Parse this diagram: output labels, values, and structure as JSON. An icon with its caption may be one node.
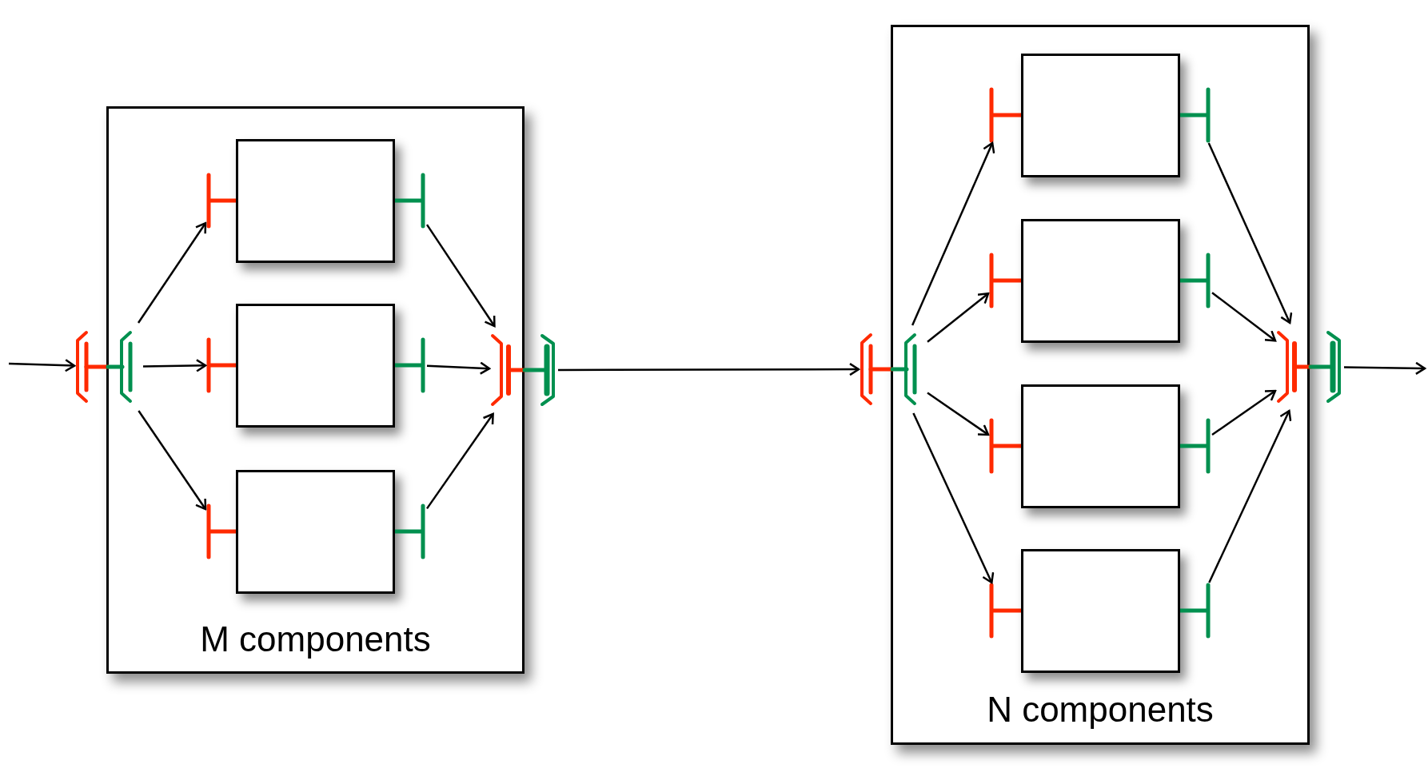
{
  "diagram": {
    "nodes": [
      {
        "text": [
          "M components"
        ]
      },
      {
        "text": [],
        "shape": "bracket"
      },
      {
        "text": [],
        "shape": "port",
        "in": 0
      },
      {
        "text": [],
        "shape": "box",
        "in": 0
      },
      {
        "text": [],
        "shape": "port",
        "in": 0
      },
      {
        "text": [],
        "shape": "port",
        "in": 0
      },
      {
        "text": [],
        "shape": "box",
        "in": 0
      },
      {
        "text": [],
        "shape": "port",
        "in": 0
      },
      {
        "text": [],
        "shape": "port",
        "in": 0
      },
      {
        "text": [],
        "shape": "box",
        "in": 0
      },
      {
        "text": [],
        "shape": "port",
        "in": 0
      },
      {
        "text": [],
        "shape": "bracket"
      },
      {
        "text": [
          "N components"
        ]
      },
      {
        "text": [],
        "shape": "bracket"
      },
      {
        "text": [],
        "shape": "port",
        "in": 12
      },
      {
        "text": [],
        "shape": "box",
        "in": 12
      },
      {
        "text": [],
        "shape": "port",
        "in": 12
      },
      {
        "text": [],
        "shape": "port",
        "in": 12
      },
      {
        "text": [],
        "shape": "box",
        "in": 12
      },
      {
        "text": [],
        "shape": "port",
        "in": 12
      },
      {
        "text": [],
        "shape": "port",
        "in": 12
      },
      {
        "text": [],
        "shape": "box",
        "in": 12
      },
      {
        "text": [],
        "shape": "port",
        "in": 12
      },
      {
        "text": [],
        "shape": "port",
        "in": 12
      },
      {
        "text": [],
        "shape": "box",
        "in": 12
      },
      {
        "text": [],
        "shape": "port",
        "in": 12
      },
      {
        "text": [],
        "shape": "bracket"
      }
    ],
    "edges": [
      {
        "from": null,
        "to": 1,
        "arrow": "to"
      },
      {
        "from": 1,
        "to": 2,
        "arrow": "to"
      },
      {
        "from": 1,
        "to": 5,
        "arrow": "to"
      },
      {
        "from": 1,
        "to": 8,
        "arrow": "to"
      },
      {
        "from": 4,
        "to": 11,
        "arrow": "to"
      },
      {
        "from": 7,
        "to": 11,
        "arrow": "to"
      },
      {
        "from": 10,
        "to": 11,
        "arrow": "to"
      },
      {
        "from": 11,
        "to": 13,
        "arrow": "to"
      },
      {
        "from": 13,
        "to": 14,
        "arrow": "to"
      },
      {
        "from": 13,
        "to": 17,
        "arrow": "to"
      },
      {
        "from": 13,
        "to": 20,
        "arrow": "to"
      },
      {
        "from": 13,
        "to": 23,
        "arrow": "to"
      },
      {
        "from": 16,
        "to": 26,
        "arrow": "to"
      },
      {
        "from": 19,
        "to": 26,
        "arrow": "to"
      },
      {
        "from": 22,
        "to": 26,
        "arrow": "to"
      },
      {
        "from": 25,
        "to": 26,
        "arrow": "to"
      },
      {
        "from": 26,
        "to": null,
        "arrow": "to"
      }
    ]
  }
}
